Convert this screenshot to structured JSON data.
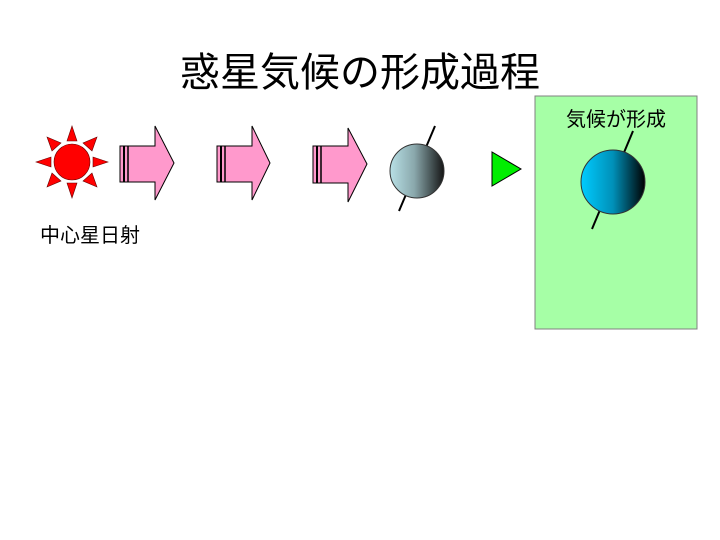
{
  "title": "惑星気候の形成過程",
  "sun_label": "中心星日射",
  "result_label": "気候が形成",
  "colors": {
    "sun": "#ff0000",
    "arrow": "#ff99cc",
    "triangle": "#00ee00",
    "result_box": "#a6ffa6",
    "planet_before": [
      "#b8e0e6",
      "#1a1a1a"
    ],
    "planet_after": [
      "#00ccff",
      "#000000"
    ]
  }
}
